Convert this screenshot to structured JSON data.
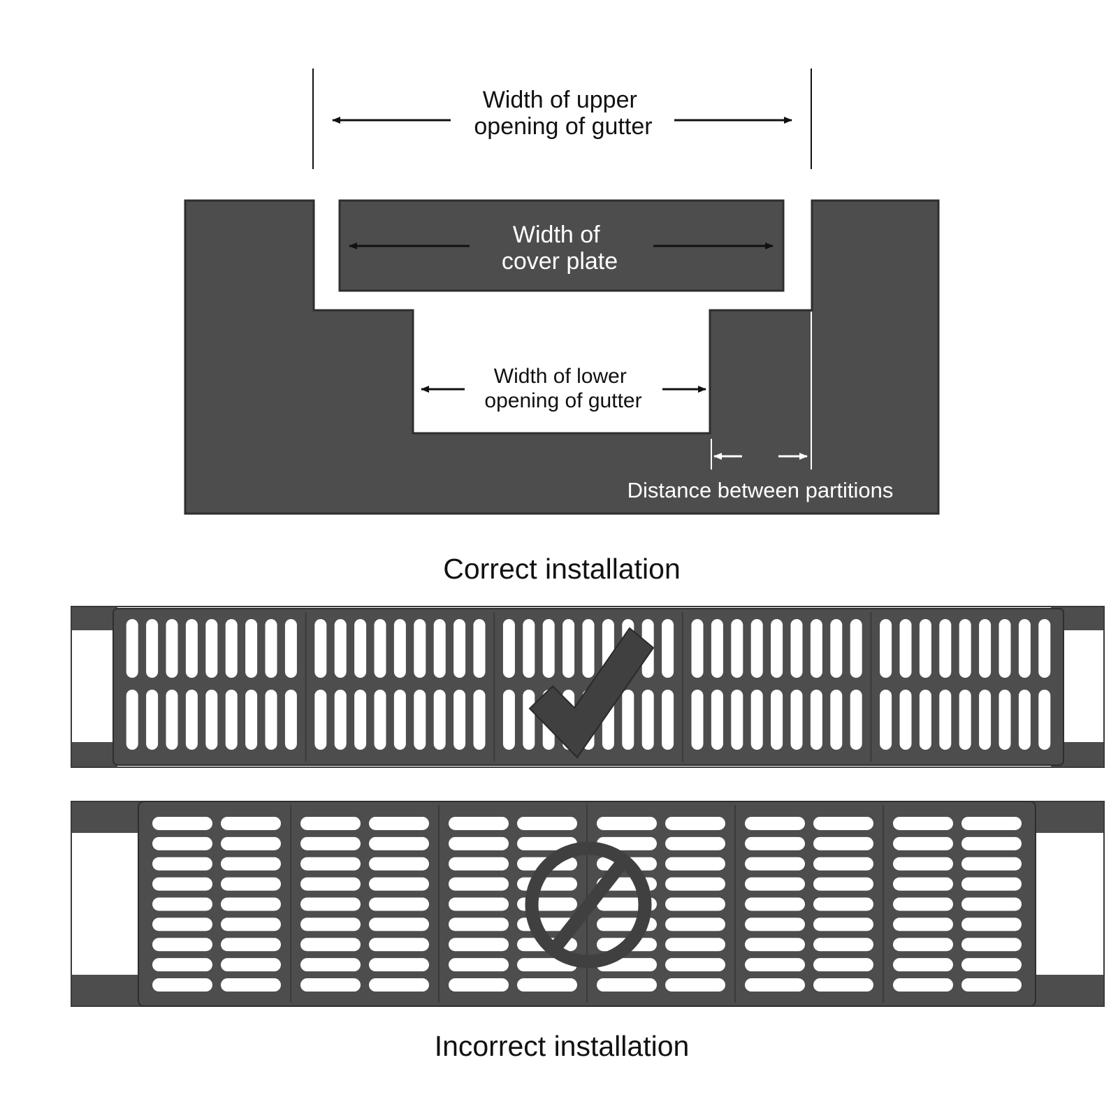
{
  "labels": {
    "upper_opening": [
      "Width of upper",
      "opening of gutter"
    ],
    "cover_plate": [
      "Width of",
      "cover plate"
    ],
    "lower_opening": [
      "Width of lower",
      "opening of gutter"
    ],
    "partition_distance": "Distance between partitions",
    "correct_caption": "Correct installation",
    "incorrect_caption": "Incorrect installation"
  },
  "grates": {
    "correct": {
      "slot_orientation": "vertical",
      "sections": 5,
      "slot_rows": 2,
      "slots_per_section": 9,
      "badge_icon": "checkmark-icon"
    },
    "incorrect": {
      "slot_orientation": "horizontal",
      "sections": 6,
      "slot_columns": 2,
      "slots_per_column": 9,
      "badge_icon": "prohibited-icon"
    }
  },
  "colors": {
    "body": "#4d4d4d",
    "edge": "#2e2e2e",
    "badge": "#404040",
    "slot": "#ffffff",
    "text_dark": "#111111",
    "text_light": "#ffffff"
  }
}
